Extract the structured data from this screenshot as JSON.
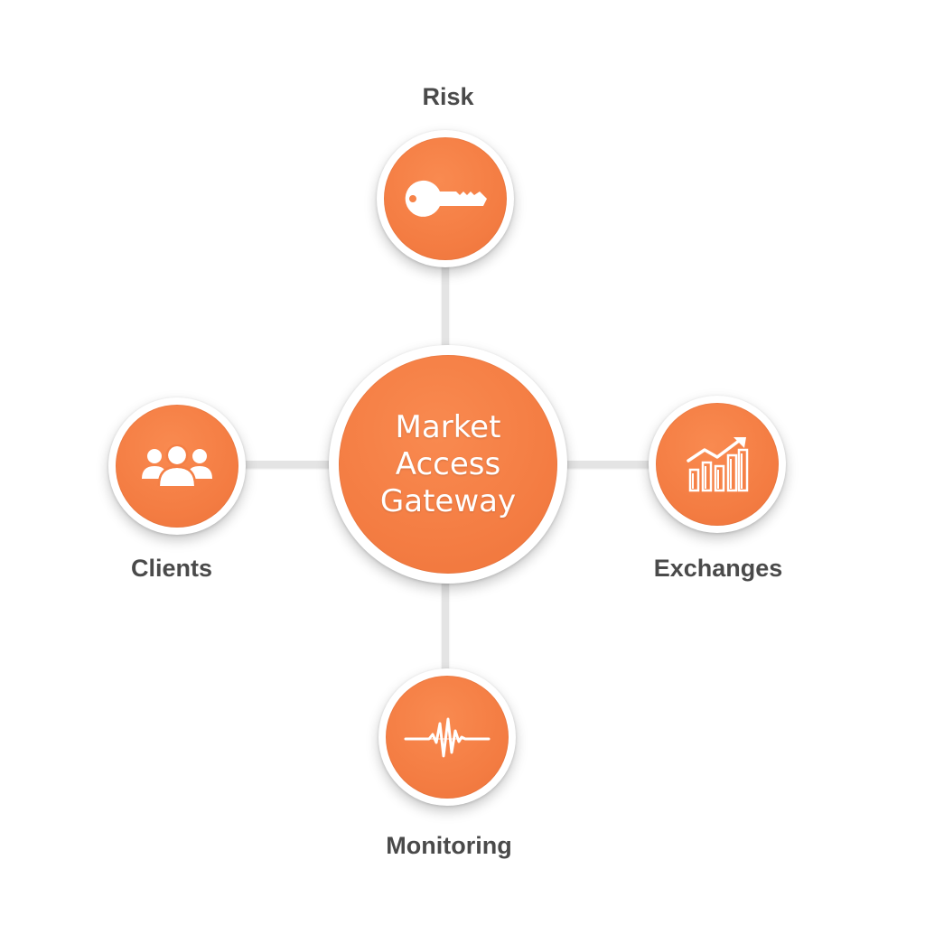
{
  "diagram": {
    "center": {
      "lines": [
        "Market",
        "Access",
        "Gateway"
      ]
    },
    "nodes": {
      "risk": {
        "label": "Risk",
        "icon": "key-icon"
      },
      "clients": {
        "label": "Clients",
        "icon": "users-group-icon"
      },
      "exchanges": {
        "label": "Exchanges",
        "icon": "bar-chart-trend-icon"
      },
      "monitoring": {
        "label": "Monitoring",
        "icon": "pulse-waveform-icon"
      }
    },
    "colors": {
      "accent": "#f47f45",
      "ring": "#ffffff",
      "connector": "#e4e4e4",
      "label": "#4a4a4a",
      "icon": "#ffffff"
    }
  }
}
